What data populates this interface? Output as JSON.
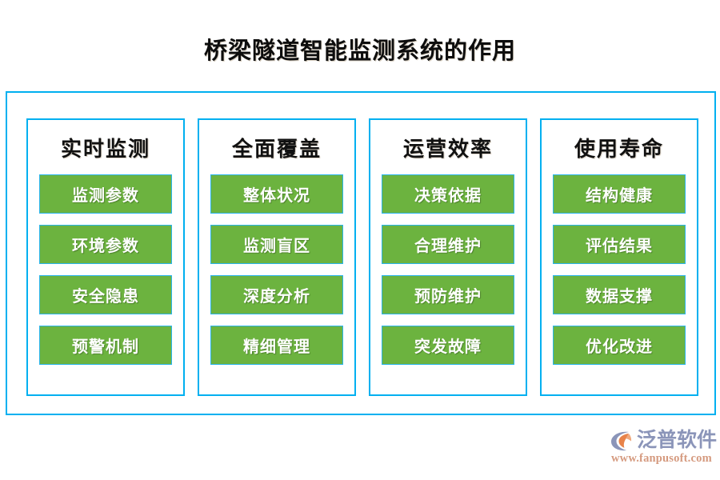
{
  "page": {
    "title": "桥梁隧道智能监测系统的作用",
    "accent_blue": "#00b0f0",
    "accent_green": "#6cb33f",
    "item_border": "#29b5ec",
    "background": "#ffffff"
  },
  "columns": [
    {
      "title": "实时监测",
      "items": [
        "监测参数",
        "环境参数",
        "安全隐患",
        "预警机制"
      ]
    },
    {
      "title": "全面覆盖",
      "items": [
        "整体状况",
        "监测盲区",
        "深度分析",
        "精细管理"
      ]
    },
    {
      "title": "运营效率",
      "items": [
        "决策依据",
        "合理维护",
        "预防维护",
        "突发故障"
      ]
    },
    {
      "title": "使用寿命",
      "items": [
        "结构健康",
        "评估结果",
        "数据支撑",
        "优化改进"
      ]
    }
  ],
  "logo": {
    "mark_icon": "fanpu-swoosh-logo-icon",
    "name": "泛普软件",
    "url": "www.fanpusoft.com",
    "name_color": "#8b95b9",
    "url_color": "#d59a7f",
    "mark_color_blue": "#8b95b9",
    "mark_color_orange": "#e8834a"
  }
}
